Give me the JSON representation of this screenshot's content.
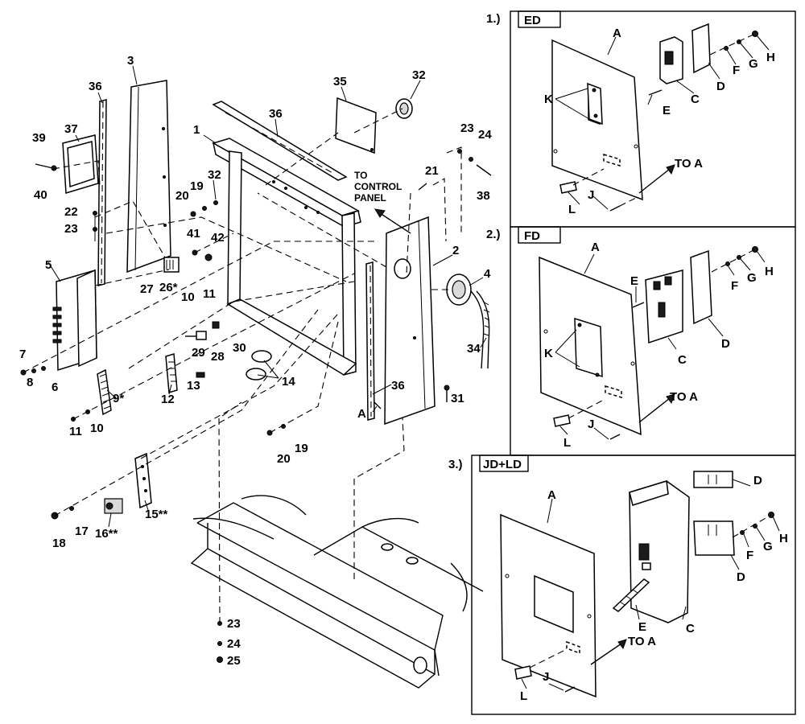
{
  "callouts": [
    {
      "key": "p3",
      "text": "3"
    },
    {
      "key": "p36a",
      "text": "36"
    },
    {
      "key": "p39",
      "text": "39"
    },
    {
      "key": "p37",
      "text": "37"
    },
    {
      "key": "p40",
      "text": "40"
    },
    {
      "key": "p22",
      "text": "22"
    },
    {
      "key": "p23a",
      "text": "23"
    },
    {
      "key": "p1",
      "text": "1"
    },
    {
      "key": "p36b",
      "text": "36"
    },
    {
      "key": "p35",
      "text": "35"
    },
    {
      "key": "p32a",
      "text": "32"
    },
    {
      "key": "p20a",
      "text": "20"
    },
    {
      "key": "p19a",
      "text": "19"
    },
    {
      "key": "p32b",
      "text": "32"
    },
    {
      "key": "p41",
      "text": "41"
    },
    {
      "key": "p42",
      "text": "42"
    },
    {
      "key": "p5",
      "text": "5"
    },
    {
      "key": "p27",
      "text": "27"
    },
    {
      "key": "p26",
      "text": "26*"
    },
    {
      "key": "p10a",
      "text": "10"
    },
    {
      "key": "p11a",
      "text": "11"
    },
    {
      "key": "p7",
      "text": "7"
    },
    {
      "key": "p8",
      "text": "8"
    },
    {
      "key": "p6",
      "text": "6"
    },
    {
      "key": "p9",
      "text": "9*"
    },
    {
      "key": "p11b",
      "text": "11"
    },
    {
      "key": "p10b",
      "text": "10"
    },
    {
      "key": "p29",
      "text": "29"
    },
    {
      "key": "p28",
      "text": "28"
    },
    {
      "key": "p30",
      "text": "30"
    },
    {
      "key": "p12",
      "text": "12"
    },
    {
      "key": "p13",
      "text": "13"
    },
    {
      "key": "p14",
      "text": "14"
    },
    {
      "key": "p20b",
      "text": "20"
    },
    {
      "key": "p19b",
      "text": "19"
    },
    {
      "key": "p15",
      "text": "15**"
    },
    {
      "key": "p16",
      "text": "16**"
    },
    {
      "key": "p17",
      "text": "17"
    },
    {
      "key": "p18",
      "text": "18"
    },
    {
      "key": "p23b",
      "text": "23"
    },
    {
      "key": "p24b",
      "text": "24"
    },
    {
      "key": "p25",
      "text": "25"
    },
    {
      "key": "p21",
      "text": "21"
    },
    {
      "key": "p23c",
      "text": "23"
    },
    {
      "key": "p24c",
      "text": "24"
    },
    {
      "key": "p38",
      "text": "38"
    },
    {
      "key": "p2",
      "text": "2"
    },
    {
      "key": "p4",
      "text": "4"
    },
    {
      "key": "p34",
      "text": "34"
    },
    {
      "key": "p36c",
      "text": "36"
    },
    {
      "key": "p31",
      "text": "31"
    },
    {
      "key": "pA",
      "text": "A"
    }
  ],
  "control_panel_note": [
    "TO",
    "CONTROL",
    "PANEL"
  ],
  "insets": [
    {
      "key": "ed",
      "number": "1.)",
      "title": "ED",
      "letters": {
        "A": "A",
        "K": "K",
        "C": "C",
        "D": "D",
        "E": "E",
        "F": "F",
        "G": "G",
        "H": "H",
        "J": "J",
        "L": "L"
      },
      "to_a": "TO A"
    },
    {
      "key": "fd",
      "number": "2.)",
      "title": "FD",
      "letters": {
        "A": "A",
        "K": "K",
        "C": "C",
        "D": "D",
        "E": "E",
        "F": "F",
        "G": "G",
        "H": "H",
        "J": "J",
        "L": "L"
      },
      "to_a": "TO A"
    },
    {
      "key": "jd",
      "number": "3.)",
      "title": "JD+LD",
      "letters": {
        "A": "A",
        "C": "C",
        "D1": "D",
        "D2": "D",
        "E": "E",
        "F": "F",
        "G": "G",
        "H": "H",
        "J": "J",
        "L": "L"
      },
      "to_a": "TO A"
    }
  ]
}
